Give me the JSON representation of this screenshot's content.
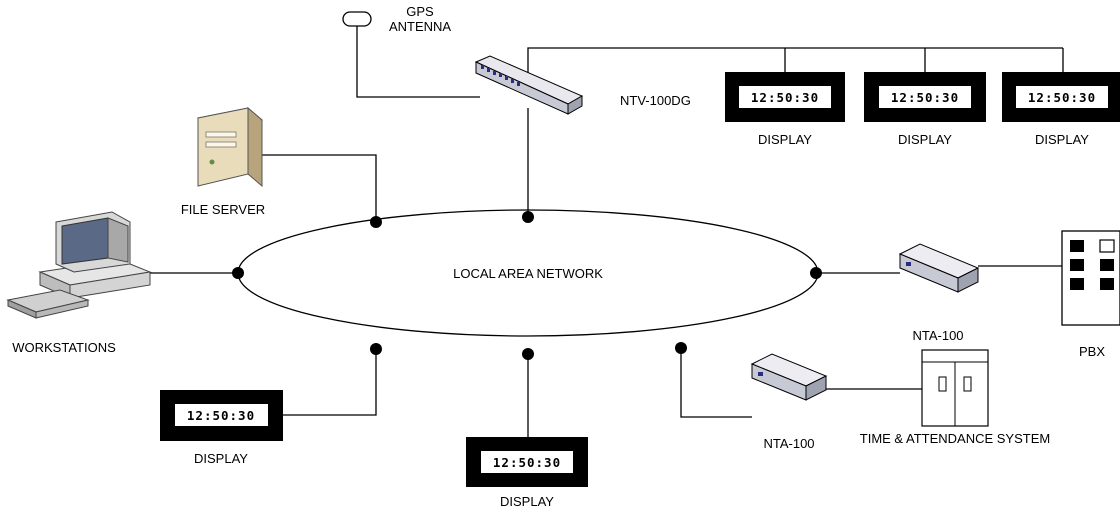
{
  "labels": {
    "gps_antenna_line1": "GPS",
    "gps_antenna_line2": "ANTENNA",
    "ntv": "NTV-100DG",
    "file_server": "FILE SERVER",
    "workstations": "WORKSTATIONS",
    "lan": "LOCAL AREA NETWORK",
    "nta_right": "NTA-100",
    "nta_bottom": "NTA-100",
    "pbx": "PBX",
    "time_attendance": "TIME & ATTENDANCE SYSTEM",
    "display": "DISPLAY"
  },
  "clock_time": "12:50:30",
  "displays": [
    {
      "time": "12:50:30",
      "label": "DISPLAY"
    },
    {
      "time": "12:50:30",
      "label": "DISPLAY"
    },
    {
      "time": "12:50:30",
      "label": "DISPLAY"
    },
    {
      "time": "12:50:30",
      "label": "DISPLAY"
    },
    {
      "time": "12:50:30",
      "label": "DISPLAY"
    }
  ]
}
